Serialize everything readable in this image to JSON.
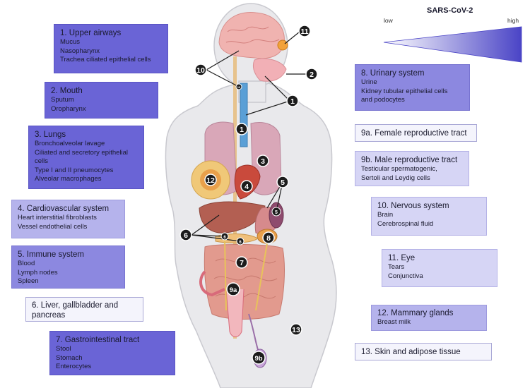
{
  "legend": {
    "title": "SARS-CoV-2",
    "low": "low",
    "high": "high",
    "gradient_colors": [
      "#ffffff",
      "#4a44c6"
    ]
  },
  "left_boxes": [
    {
      "title": "1. Upper airways",
      "items": [
        "Mucus",
        "Nasopharynx",
        "Trachea ciliated epithelial cells"
      ]
    },
    {
      "title": "2. Mouth",
      "items": [
        "Sputum",
        "Oropharynx"
      ]
    },
    {
      "title": "3. Lungs",
      "items": [
        "Bronchoalveolar lavage",
        "Ciliated and secretory epithelial",
        "cells",
        "Type I and II pneumocytes",
        "Alveolar macrophages"
      ]
    },
    {
      "title": "4. Cardiovascular system",
      "items": [
        "Heart interstitial fibroblasts",
        "Vessel endothelial cells"
      ]
    },
    {
      "title": "5. Immune system",
      "items": [
        "Blood",
        "Lymph nodes",
        "Spleen"
      ]
    },
    {
      "title": "6. Liver, gallbladder and",
      "items": [
        "pancreas"
      ]
    },
    {
      "title": "7. Gastrointestinal tract",
      "items": [
        "Stool",
        "Stomach",
        "Enterocytes"
      ]
    }
  ],
  "right_boxes": [
    {
      "title": "8. Urinary system",
      "items": [
        "Urine",
        "Kidney tubular epithelial cells",
        "and podocytes"
      ]
    },
    {
      "title": "9a. Female reproductive tract",
      "items": []
    },
    {
      "title": "9b. Male reproductive tract",
      "items": [
        "Testicular spermatogenic,",
        "Sertoli and Leydig cells"
      ]
    },
    {
      "title": "10. Nervous system",
      "items": [
        "Brain",
        "Cerebrospinal fluid"
      ]
    },
    {
      "title": "11. Eye",
      "items": [
        "Tears",
        "Conjunctiva"
      ]
    },
    {
      "title": "12. Mammary glands",
      "items": [
        "Breast milk"
      ]
    },
    {
      "title": "13. Skin and adipose tissue",
      "items": []
    }
  ],
  "markers": [
    "1",
    "1",
    "2",
    "3",
    "4",
    "5",
    "5",
    "6",
    "6",
    "6",
    "7",
    "8",
    "9a",
    "9b",
    "10",
    "10",
    "11",
    "12",
    "13"
  ],
  "colors": {
    "body": "#e9e9ec",
    "body_outline": "#c9c9cf",
    "lung": "#d9a7b8",
    "liver": "#b35f52",
    "intestine": "#e29a8e",
    "brain": "#f0b3b0",
    "marker": "#1c1c1c"
  }
}
